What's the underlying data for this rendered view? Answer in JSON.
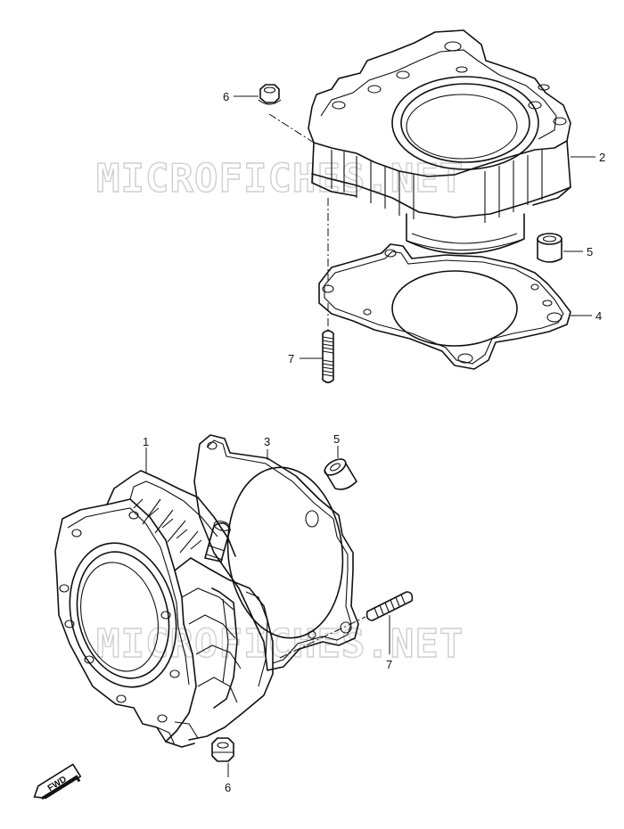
{
  "diagram": {
    "watermark_top": "MICROFICHES.NET",
    "watermark_bottom": "MICROFICHES.NET",
    "fwd_badge": "FWD",
    "callouts": {
      "top_nut": "6",
      "top_cylinder": "2",
      "top_dowel": "5",
      "top_gasket": "4",
      "top_stud": "7",
      "bottom_cylinder": "1",
      "bottom_gasket": "3",
      "bottom_dowel": "5",
      "bottom_stud": "7",
      "bottom_nut": "6"
    }
  }
}
